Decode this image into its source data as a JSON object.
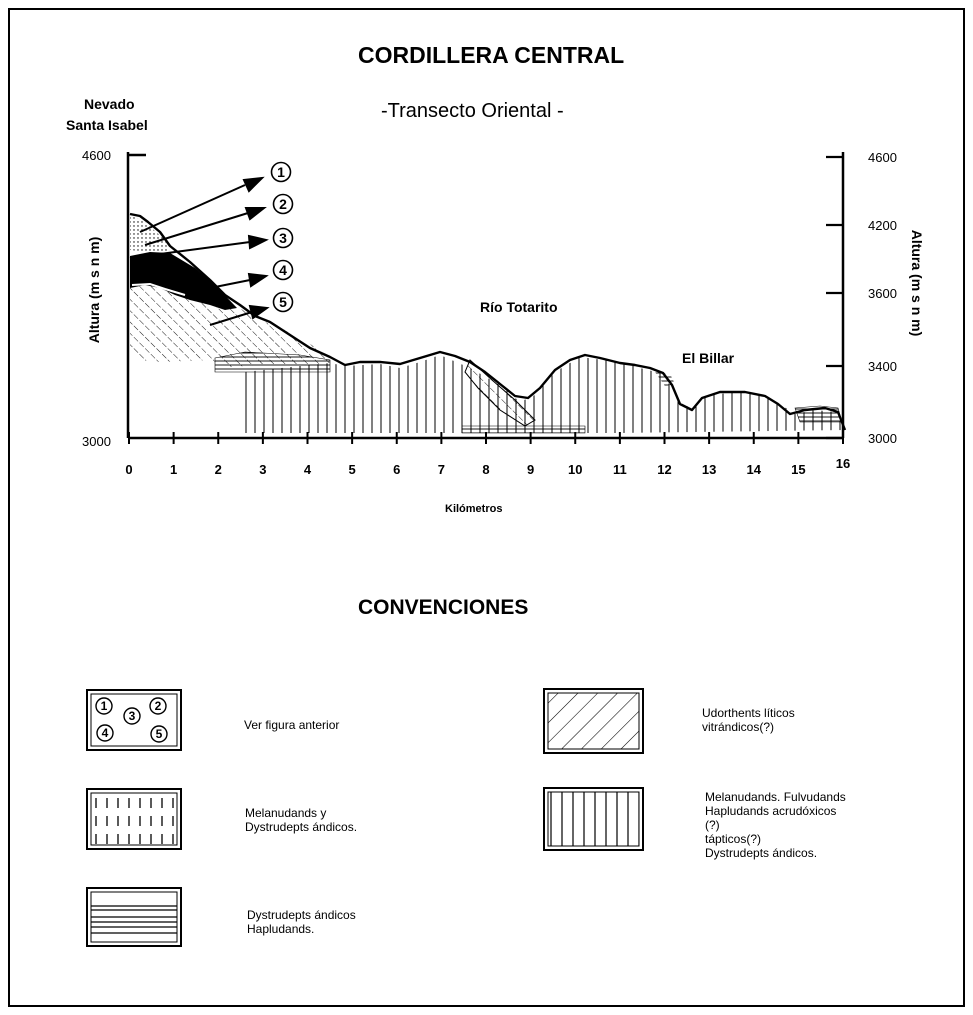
{
  "title": "CORDILLERA CENTRAL",
  "subtitle": "-Transecto Oriental -",
  "peak_label_line1": "Nevado",
  "peak_label_line2": "Santa Isabel",
  "y_axis_label_left": "Altura (m s n m)",
  "y_axis_label_right": "Altura (m s n m)",
  "x_axis_label": "Kilómetros",
  "left_ticks": [
    "4600",
    "3000"
  ],
  "right_ticks": [
    "4600",
    "4200",
    "3600",
    "3400",
    "3000"
  ],
  "x_ticks": [
    "0",
    "1",
    "2",
    "3",
    "4",
    "5",
    "6",
    "7",
    "8",
    "9",
    "10",
    "11",
    "12",
    "13",
    "14",
    "15",
    "16"
  ],
  "callouts": [
    "1",
    "2",
    "3",
    "4",
    "5"
  ],
  "place_labels": {
    "river": "Río Totarito",
    "billar": "El Billar"
  },
  "legend": {
    "title": "CONVENCIONES",
    "items": [
      {
        "pattern": "numbers",
        "text": "Ver figura anterior"
      },
      {
        "pattern": "diagonal",
        "text": "Udorthents líticos\nvitrándicos(?)"
      },
      {
        "pattern": "dashes",
        "text": "Melanudands y\nDystrudepts ándicos."
      },
      {
        "pattern": "vertical",
        "text": "Melanudands. Fulvudands\nHapludands acrudóxicos\n(?)\ntápticos(?)\nDystrudepts ándicos."
      },
      {
        "pattern": "horizontal",
        "text": "Dystrudepts ándicos\nHapludands."
      }
    ]
  }
}
